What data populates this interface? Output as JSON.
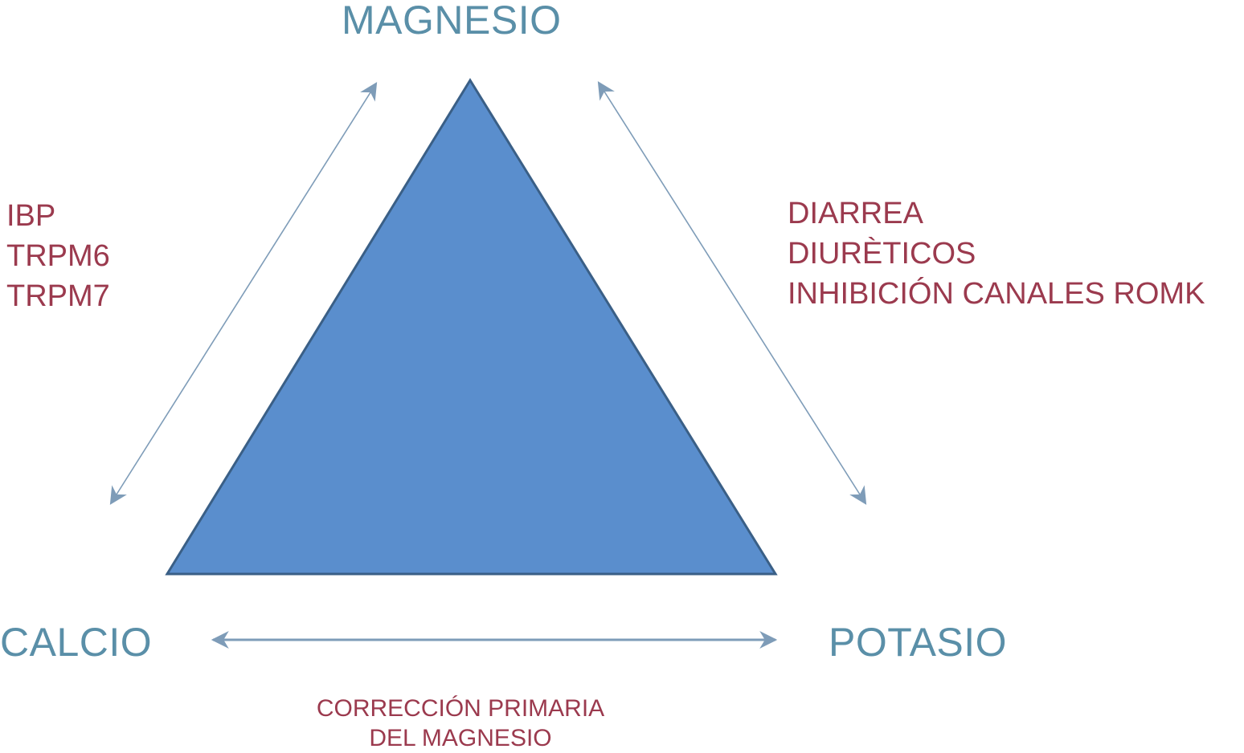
{
  "colors": {
    "node_text": "#5a8fa8",
    "factor_text": "#9b3a4e",
    "triangle_fill": "#5a8ecd",
    "triangle_stroke": "#3a5f86",
    "arrow": "#7e9cb8"
  },
  "nodes": {
    "top": "MAGNESIO",
    "left": "CALCIO",
    "right": "POTASIO"
  },
  "factors": {
    "left_side": [
      "IBP",
      "TRPM6",
      "TRPM7"
    ],
    "right_side": [
      "DIARREA",
      "DIURÈTICOS",
      "INHIBICIÓN CANALES ROMK"
    ]
  },
  "bottom_note": {
    "line1": "CORRECCIÓN PRIMARIA",
    "line2": "DEL MAGNESIO"
  }
}
